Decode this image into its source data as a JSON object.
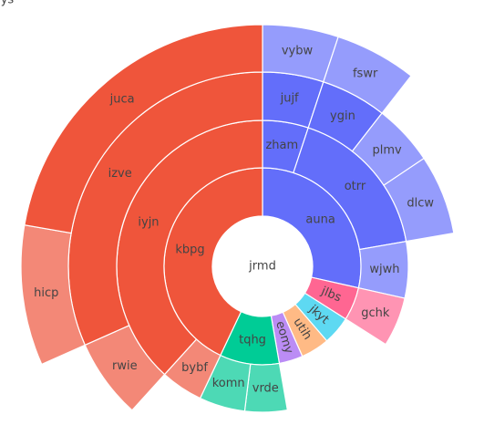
{
  "chart_data": {
    "type": "sunburst",
    "root": "jrmd",
    "nodes": [
      {
        "id": "auna",
        "label": "auna",
        "parent": "jrmd",
        "value": 36.5,
        "color": "#636efa"
      },
      {
        "id": "zham",
        "label": "zham",
        "parent": "auna",
        "value": 6.5,
        "color": "#636efa"
      },
      {
        "id": "jujf",
        "label": "jujf",
        "parent": "zham",
        "value": 6.5,
        "color": "#636efa"
      },
      {
        "id": "vybw",
        "label": "vybw",
        "parent": "jujf",
        "value": 6.5,
        "color": "#959cfc"
      },
      {
        "id": "otrr",
        "label": "otrr",
        "parent": "auna",
        "value": 22,
        "color": "#636efa"
      },
      {
        "id": "ygin",
        "label": "ygin",
        "parent": "otrr",
        "value": 7,
        "color": "#636efa"
      },
      {
        "id": "fswr",
        "label": "fswr",
        "parent": "ygin",
        "value": 7,
        "color": "#959cfc"
      },
      {
        "id": "plmv",
        "label": "plmv",
        "parent": "otrr",
        "value": 6.5,
        "color": "#959cfc"
      },
      {
        "id": "dlcw",
        "label": "dlcw",
        "parent": "otrr",
        "value": 8.5,
        "color": "#959cfc"
      },
      {
        "id": "wjwh",
        "label": "wjwh",
        "parent": "auna",
        "value": 8,
        "color": "#959cfc"
      },
      {
        "id": "jlbs",
        "label": "jlbs",
        "parent": "jrmd",
        "value": 7,
        "color": "#ff6692"
      },
      {
        "id": "gchk",
        "label": "gchk",
        "parent": "jlbs",
        "value": 7,
        "color": "#ff94b3"
      },
      {
        "id": "jkyt",
        "label": "jkyt",
        "parent": "jrmd",
        "value": 6,
        "color": "#5ed9f2"
      },
      {
        "id": "utih",
        "label": "utih",
        "parent": "jrmd",
        "value": 6,
        "color": "#ffba85"
      },
      {
        "id": "eomy",
        "label": "eomy",
        "parent": "jrmd",
        "value": 5,
        "color": "#bb8cf5"
      },
      {
        "id": "tqhg",
        "label": "tqhg",
        "parent": "jrmd",
        "value": 12.5,
        "color": "#00cc96"
      },
      {
        "id": "vrde",
        "label": "vrde",
        "parent": "tqhg",
        "value": 6,
        "color": "#4dd9b5"
      },
      {
        "id": "komn",
        "label": "komn",
        "parent": "tqhg",
        "value": 6.5,
        "color": "#4dd9b5"
      },
      {
        "id": "kbpg",
        "label": "kbpg",
        "parent": "jrmd",
        "value": 55,
        "color": "#ef553b"
      },
      {
        "id": "bybf",
        "label": "bybf",
        "parent": "kbpg",
        "value": 6,
        "color": "#f38877"
      },
      {
        "id": "iyjn",
        "label": "iyjn",
        "parent": "kbpg",
        "value": 49,
        "color": "#ef553b"
      },
      {
        "id": "rwie",
        "label": "rwie",
        "parent": "iyjn",
        "value": 8.5,
        "color": "#f38877"
      },
      {
        "id": "izve",
        "label": "izve",
        "parent": "iyjn",
        "value": 40.5,
        "color": "#ef553b"
      },
      {
        "id": "hicp",
        "label": "hicp",
        "parent": "izve",
        "value": 12,
        "color": "#f38877"
      },
      {
        "id": "juca",
        "label": "juca",
        "parent": "izve",
        "value": 28.5,
        "color": "#ef553b"
      },
      {
        "id": "ydys",
        "label": "ydys",
        "parent": "juca",
        "value": 28.5,
        "color": "#f38877"
      }
    ]
  }
}
